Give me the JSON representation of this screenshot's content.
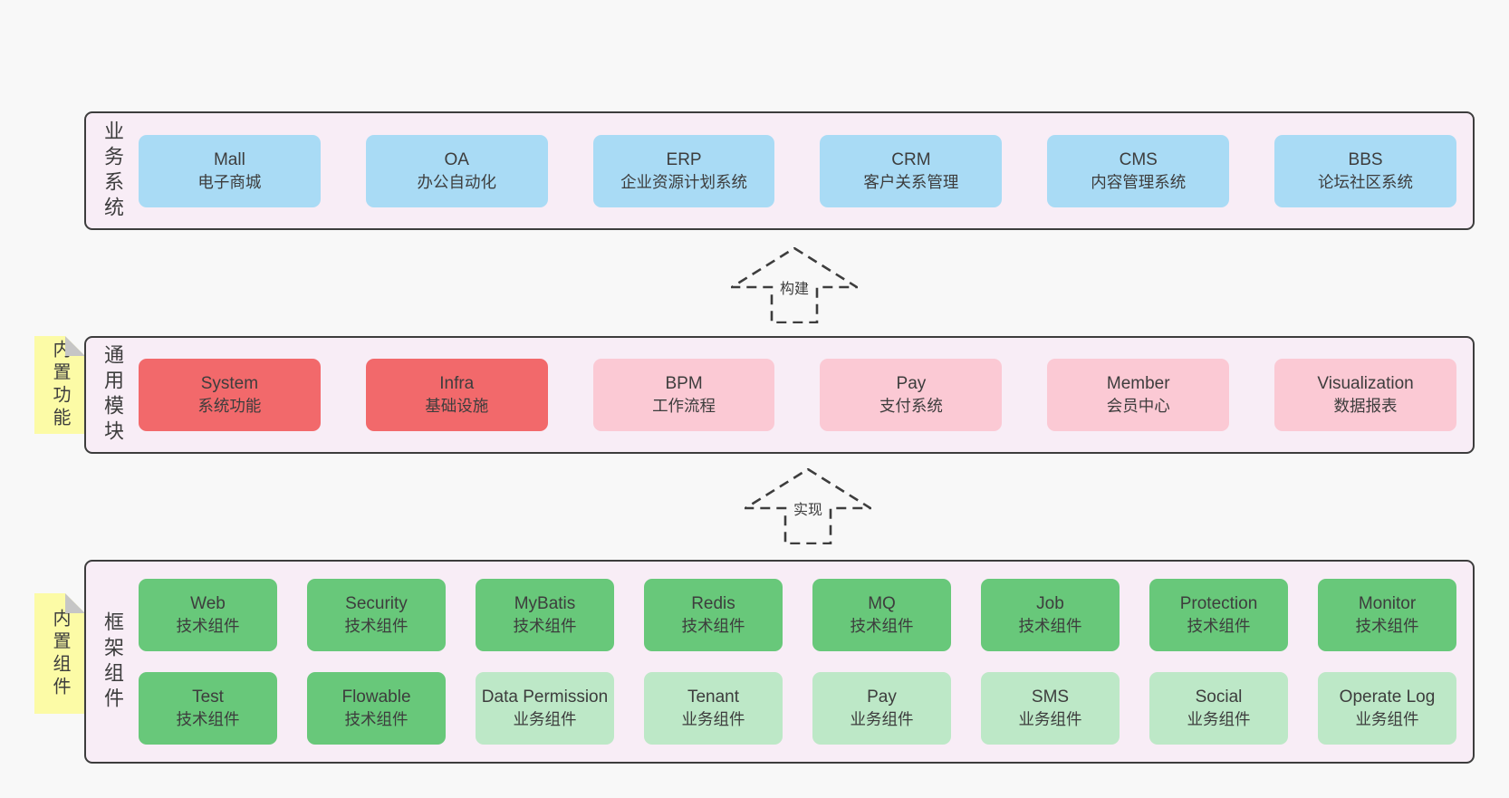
{
  "colors": {
    "page_bg": "#f8f8f8",
    "band_bg": "#f8edf6",
    "band_border": "#3d3d3d",
    "text": "#3d3d3d",
    "note_yellow": "#fcfba6",
    "note_fold": "#c6c6c6",
    "blue": "#a9dbf5",
    "red": "#f2696b",
    "pink": "#fbc9d4",
    "green": "#68c87a",
    "lightgreen": "#bde8c7"
  },
  "arrows": [
    {
      "label": "构建"
    },
    {
      "label": "实现"
    }
  ],
  "bands": [
    {
      "label": "业务系统",
      "note": null,
      "rows": [
        [
          {
            "en": "Mall",
            "zh": "电子商城",
            "color": "blue"
          },
          {
            "en": "OA",
            "zh": "办公自动化",
            "color": "blue"
          },
          {
            "en": "ERP",
            "zh": "企业资源计划系统",
            "color": "blue"
          },
          {
            "en": "CRM",
            "zh": "客户关系管理",
            "color": "blue"
          },
          {
            "en": "CMS",
            "zh": "内容管理系统",
            "color": "blue"
          },
          {
            "en": "BBS",
            "zh": "论坛社区系统",
            "color": "blue"
          }
        ]
      ]
    },
    {
      "label": "通用模块",
      "note": "内置功能",
      "rows": [
        [
          {
            "en": "System",
            "zh": "系统功能",
            "color": "red"
          },
          {
            "en": "Infra",
            "zh": "基础设施",
            "color": "red"
          },
          {
            "en": "BPM",
            "zh": "工作流程",
            "color": "pink"
          },
          {
            "en": "Pay",
            "zh": "支付系统",
            "color": "pink"
          },
          {
            "en": "Member",
            "zh": "会员中心",
            "color": "pink"
          },
          {
            "en": "Visualization",
            "zh": "数据报表",
            "color": "pink"
          }
        ]
      ]
    },
    {
      "label": "框架组件",
      "note": "内置组件",
      "rows": [
        [
          {
            "en": "Web",
            "zh": "技术组件",
            "color": "green"
          },
          {
            "en": "Security",
            "zh": "技术组件",
            "color": "green"
          },
          {
            "en": "MyBatis",
            "zh": "技术组件",
            "color": "green"
          },
          {
            "en": "Redis",
            "zh": "技术组件",
            "color": "green"
          },
          {
            "en": "MQ",
            "zh": "技术组件",
            "color": "green"
          },
          {
            "en": "Job",
            "zh": "技术组件",
            "color": "green"
          },
          {
            "en": "Protection",
            "zh": "技术组件",
            "color": "green"
          },
          {
            "en": "Monitor",
            "zh": "技术组件",
            "color": "green"
          }
        ],
        [
          {
            "en": "Test",
            "zh": "技术组件",
            "color": "green"
          },
          {
            "en": "Flowable",
            "zh": "技术组件",
            "color": "green"
          },
          {
            "en": "Data Permission",
            "zh": "业务组件",
            "color": "lightgreen"
          },
          {
            "en": "Tenant",
            "zh": "业务组件",
            "color": "lightgreen"
          },
          {
            "en": "Pay",
            "zh": "业务组件",
            "color": "lightgreen"
          },
          {
            "en": "SMS",
            "zh": "业务组件",
            "color": "lightgreen"
          },
          {
            "en": "Social",
            "zh": "业务组件",
            "color": "lightgreen"
          },
          {
            "en": "Operate Log",
            "zh": "业务组件",
            "color": "lightgreen"
          }
        ]
      ]
    }
  ]
}
